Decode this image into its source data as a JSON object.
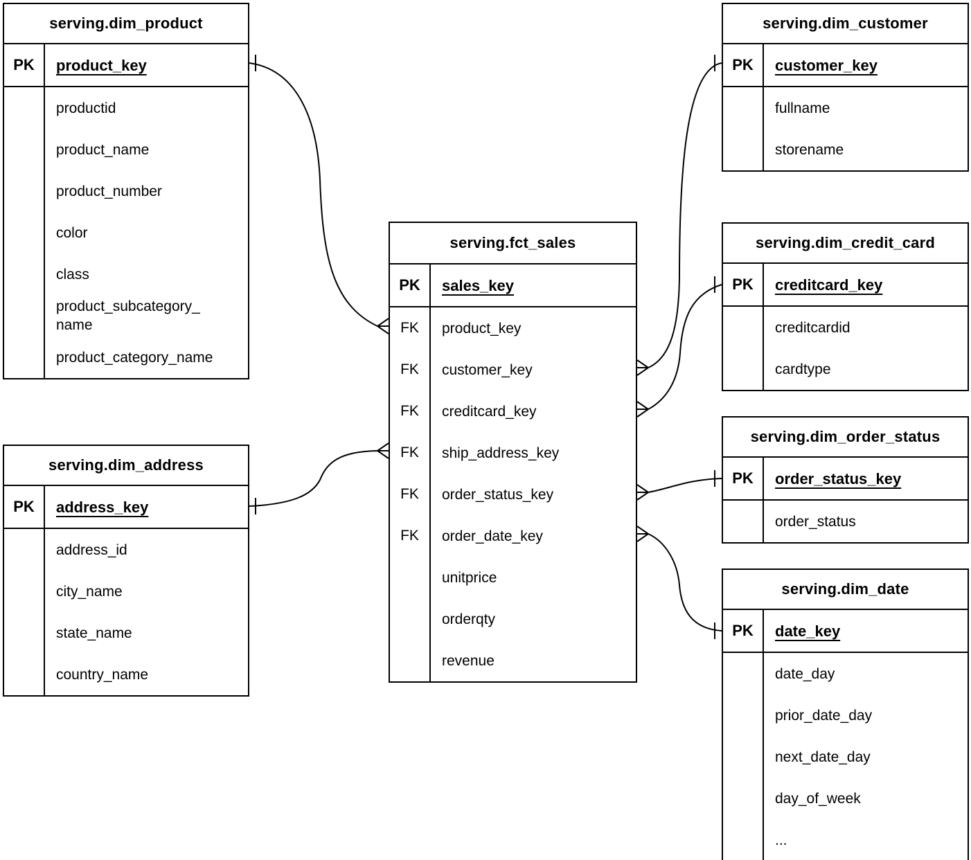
{
  "diagram": {
    "type": "entity-relationship",
    "background_color": "#ffffff",
    "stroke_color": "#000000",
    "pk_badge_label": "PK",
    "fk_badge_label": "FK",
    "tables": [
      {
        "id": "dim_product",
        "title": "serving.dim_product",
        "primary_key": {
          "badge": "PK",
          "name": "product_key"
        },
        "fields": [
          {
            "badge": "",
            "name": "productid"
          },
          {
            "badge": "",
            "name": "product_name"
          },
          {
            "badge": "",
            "name": "product_number"
          },
          {
            "badge": "",
            "name": "color"
          },
          {
            "badge": "",
            "name": "class"
          },
          {
            "badge": "",
            "name": "product_subcategory_\nname"
          },
          {
            "badge": "",
            "name": "product_category_name"
          }
        ]
      },
      {
        "id": "dim_customer",
        "title": "serving.dim_customer",
        "primary_key": {
          "badge": "PK",
          "name": "customer_key"
        },
        "fields": [
          {
            "badge": "",
            "name": "fullname"
          },
          {
            "badge": "",
            "name": "storename"
          }
        ]
      },
      {
        "id": "fct_sales",
        "title": "serving.fct_sales",
        "primary_key": {
          "badge": "PK",
          "name": "sales_key"
        },
        "fields": [
          {
            "badge": "FK",
            "name": "product_key"
          },
          {
            "badge": "FK",
            "name": "customer_key"
          },
          {
            "badge": "FK",
            "name": "creditcard_key"
          },
          {
            "badge": "FK",
            "name": "ship_address_key"
          },
          {
            "badge": "FK",
            "name": "order_status_key"
          },
          {
            "badge": "FK",
            "name": "order_date_key"
          },
          {
            "badge": "",
            "name": "unitprice"
          },
          {
            "badge": "",
            "name": "orderqty"
          },
          {
            "badge": "",
            "name": "revenue"
          }
        ]
      },
      {
        "id": "dim_credit_card",
        "title": "serving.dim_credit_card",
        "primary_key": {
          "badge": "PK",
          "name": "creditcard_key"
        },
        "fields": [
          {
            "badge": "",
            "name": "creditcardid"
          },
          {
            "badge": "",
            "name": "cardtype"
          }
        ]
      },
      {
        "id": "dim_order_status",
        "title": "serving.dim_order_status",
        "primary_key": {
          "badge": "PK",
          "name": "order_status_key"
        },
        "fields": [
          {
            "badge": "",
            "name": "order_status"
          }
        ]
      },
      {
        "id": "dim_address",
        "title": "serving.dim_address",
        "primary_key": {
          "badge": "PK",
          "name": "address_key"
        },
        "fields": [
          {
            "badge": "",
            "name": "address_id"
          },
          {
            "badge": "",
            "name": "city_name"
          },
          {
            "badge": "",
            "name": "state_name"
          },
          {
            "badge": "",
            "name": "country_name"
          }
        ]
      },
      {
        "id": "dim_date",
        "title": "serving.dim_date",
        "primary_key": {
          "badge": "PK",
          "name": "date_key"
        },
        "fields": [
          {
            "badge": "",
            "name": "date_day"
          },
          {
            "badge": "",
            "name": "prior_date_day"
          },
          {
            "badge": "",
            "name": "next_date_day"
          },
          {
            "badge": "",
            "name": "day_of_week"
          },
          {
            "badge": "",
            "name": "..."
          }
        ]
      }
    ],
    "relationships": [
      {
        "from_table": "serving.fct_sales",
        "from_field": "product_key",
        "from_cardinality": "many",
        "to_table": "serving.dim_product",
        "to_field": "product_key",
        "to_cardinality": "one"
      },
      {
        "from_table": "serving.fct_sales",
        "from_field": "ship_address_key",
        "from_cardinality": "many",
        "to_table": "serving.dim_address",
        "to_field": "address_key",
        "to_cardinality": "one"
      },
      {
        "from_table": "serving.fct_sales",
        "from_field": "customer_key",
        "from_cardinality": "many",
        "to_table": "serving.dim_customer",
        "to_field": "customer_key",
        "to_cardinality": "one"
      },
      {
        "from_table": "serving.fct_sales",
        "from_field": "creditcard_key",
        "from_cardinality": "many",
        "to_table": "serving.dim_credit_card",
        "to_field": "creditcard_key",
        "to_cardinality": "one"
      },
      {
        "from_table": "serving.fct_sales",
        "from_field": "order_status_key",
        "from_cardinality": "many",
        "to_table": "serving.dim_order_status",
        "to_field": "order_status_key",
        "to_cardinality": "one"
      },
      {
        "from_table": "serving.fct_sales",
        "from_field": "order_date_key",
        "from_cardinality": "many",
        "to_table": "serving.dim_date",
        "to_field": "date_key",
        "to_cardinality": "one"
      }
    ]
  }
}
